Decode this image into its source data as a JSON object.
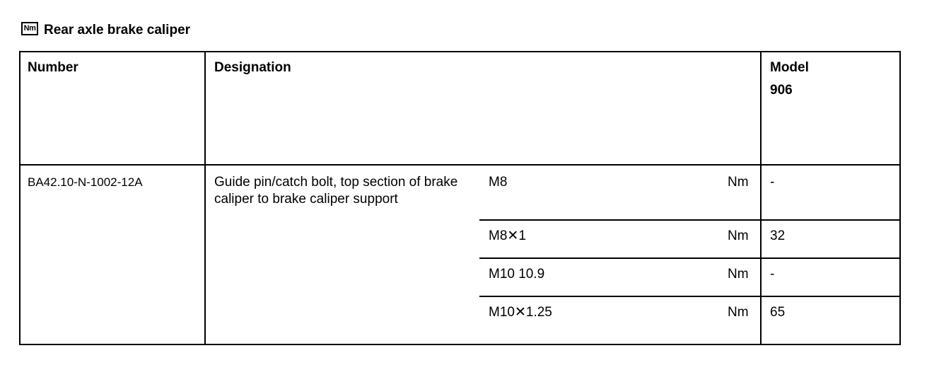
{
  "section": {
    "icon_label": "Nm",
    "title": "Rear axle brake caliper"
  },
  "table": {
    "headers": {
      "number": "Number",
      "designation": "Designation",
      "model_label": "Model",
      "model_value": "906"
    },
    "row": {
      "number": "BA42.10-N-1002-12A",
      "designation": "Guide pin/catch bolt, top section of brake caliper to brake caliper support",
      "specs": [
        {
          "thread": "M8",
          "unit": "Nm",
          "value": "-"
        },
        {
          "thread": "M8✕1",
          "unit": "Nm",
          "value": "32"
        },
        {
          "thread": "M10 10.9",
          "unit": "Nm",
          "value": "-"
        },
        {
          "thread": "M10✕1.25",
          "unit": "Nm",
          "value": "65"
        }
      ]
    }
  }
}
